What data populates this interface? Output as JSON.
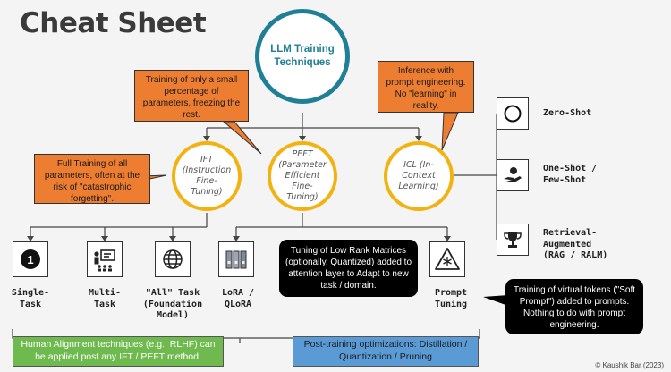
{
  "title": "Cheat Sheet",
  "hub": {
    "label": "LLM Training Techniques"
  },
  "methods": {
    "ift": "IFT\n(Instruction\nFine-\nTuning)",
    "peft": "PEFT\n(Parameter\nEfficient\nFine-\nTuning)",
    "icl": "ICL (In-\nContext\nLearning)"
  },
  "callouts": {
    "ift_note": "Full Training of all parameters, often at the risk of \"catastrophic forgetting\".",
    "peft_note": "Training of only a small percentage of parameters, freezing the rest.",
    "icl_note": "Inference with prompt engineering. No \"learning\" in reality.",
    "lora_note": "Tuning of Low Rank Matrices (optionally, Quantized) added to attention layer to Adapt to new task / domain.",
    "prompt_note": "Training of virtual tokens (\"Soft Prompt\") added to prompts. Nothing to do with prompt engineering."
  },
  "leaves": {
    "single_task": "Single-\nTask",
    "multi_task": "Multi-\nTask",
    "all_task": "\"All\" Task\n(Foundation\nModel)",
    "lora": "LoRA /\nQLoRA",
    "prompt_tuning": "Prompt\nTuning",
    "single_task_badge": "1"
  },
  "icl_modes": {
    "zero_shot": "Zero-Shot",
    "few_shot": "One-Shot /\nFew-Shot",
    "rag": "Retrieval-\nAugmented\n(RAG / RALM)"
  },
  "footer": {
    "alignment": "Human Alignment techniques (e.g., RLHF) can be applied post any IFT / PEFT method.",
    "post_training": "Post-training optimizations: Distillation / Quantization / Pruning"
  },
  "credit": "© Kaushik Bar (2023)",
  "colors": {
    "hub_ring": "#1f7f96",
    "method_ring": "#f2b211",
    "orange_callout": "#ed7d31",
    "green_bar": "#6fba4e",
    "blue_bar": "#5b9bd5"
  },
  "icons": {
    "single_task": "number-one-icon",
    "multi_task": "presenter-board-icon",
    "all_task": "globe-icon",
    "lora": "stacked-binders-icon",
    "prompt_tuning": "warning-snowflake-icon",
    "zero_shot": "empty-circle-icon",
    "few_shot": "hand-coin-icon",
    "rag": "trophy-icon"
  }
}
